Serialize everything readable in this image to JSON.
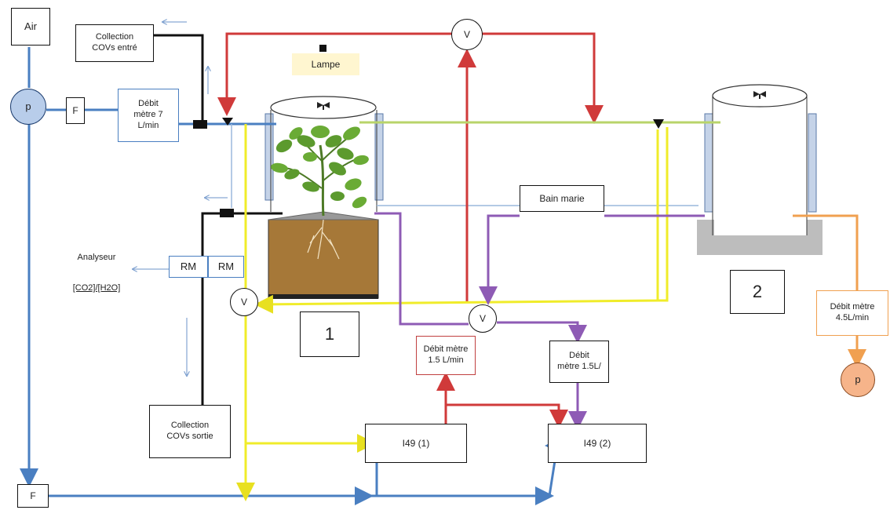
{
  "labels": {
    "air": "Air",
    "pump_left": "p",
    "filter_top": "F",
    "filter_bottom": "F",
    "debit_7": "Débit\nmètre 7\nL/min",
    "collection_in": "Collection\nCOVs entré",
    "lampe": "Lampe",
    "valve_top": "V",
    "valve_left": "V",
    "valve_center": "V",
    "bain_marie": "Bain marie",
    "analyseur": "Analyseur",
    "analyseur_value": "[CO2]/[H2O]",
    "rm_left": "RM",
    "rm_right": "RM",
    "chamber_1": "1",
    "chamber_2": "2",
    "collection_out": "Collection\nCOVs  sortie",
    "debit_15_red": "Débit mètre\n1.5 L/min",
    "debit_15_purple": "Débit\nmètre 1.5L/",
    "debit_45": "Débit mètre\n4.5L/min",
    "pump_right": "p",
    "i49_1": "I49 (1)",
    "i49_2": "I49 (2)"
  },
  "colors": {
    "blue_line": "#4a7fc1",
    "red_line": "#d03a3a",
    "yellow_line": "#f0ec2a",
    "purple_line": "#8e5bb5",
    "green_line": "#b8d46a",
    "orange_line": "#f0a050",
    "pump_left_fill": "#b8cdea",
    "pump_right_fill": "#f6b48a",
    "soil": "#a67838",
    "chamber_side": "#c5d3e8",
    "water_bath": "#bdbdbd",
    "lamp_bg": "#fff6d0"
  },
  "icons": {
    "fan": "fan-icon",
    "plant": "plant-icon",
    "valve": "three-way-valve-icon",
    "connector": "connector-icon"
  }
}
